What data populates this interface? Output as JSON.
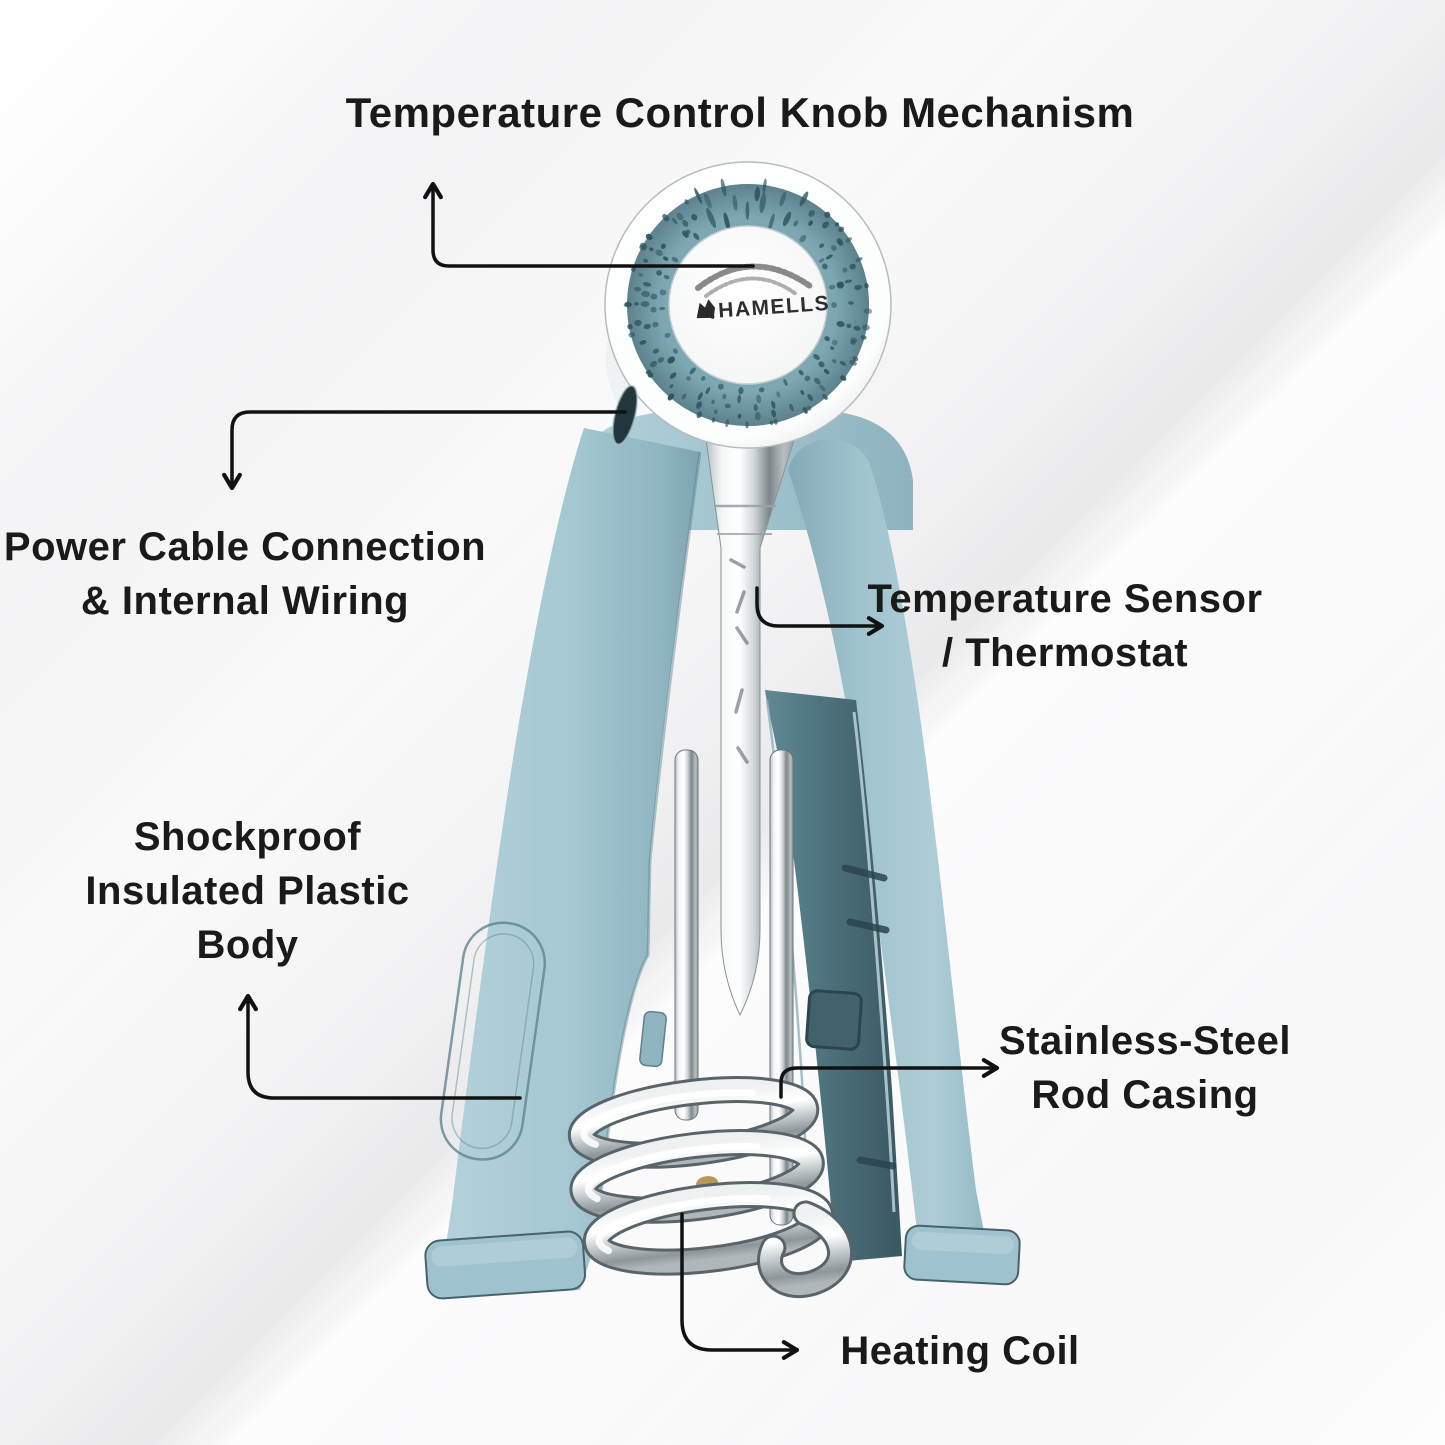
{
  "brand": {
    "name": "HAMELLS"
  },
  "labels": {
    "knob": {
      "text": "Temperature Control Knob Mechanism"
    },
    "power": {
      "line1": "Power Cable Connection",
      "line2": "& Internal Wiring"
    },
    "sensor": {
      "line1": "Temperature Sensor",
      "line2": "/ Thermostat"
    },
    "body": {
      "line1": "Shockproof",
      "line2": "Insulated Plastic",
      "line3": "Body"
    },
    "rod": {
      "line1": "Stainless-Steel",
      "line2": "Rod Casing"
    },
    "coil": {
      "text": "Heating Coil"
    }
  },
  "colors": {
    "label_text": "#1a1a1a",
    "arrow": "#111111",
    "body_blue": "#a7cad4",
    "body_blue_shadow": "#86aebb",
    "knob_ring_teal": "#7ea7b4",
    "dark_grip_teal": "#4b6f7a",
    "chrome_light": "#ffffff",
    "chrome_dark": "#858e92",
    "background": "#f2f2f4"
  }
}
